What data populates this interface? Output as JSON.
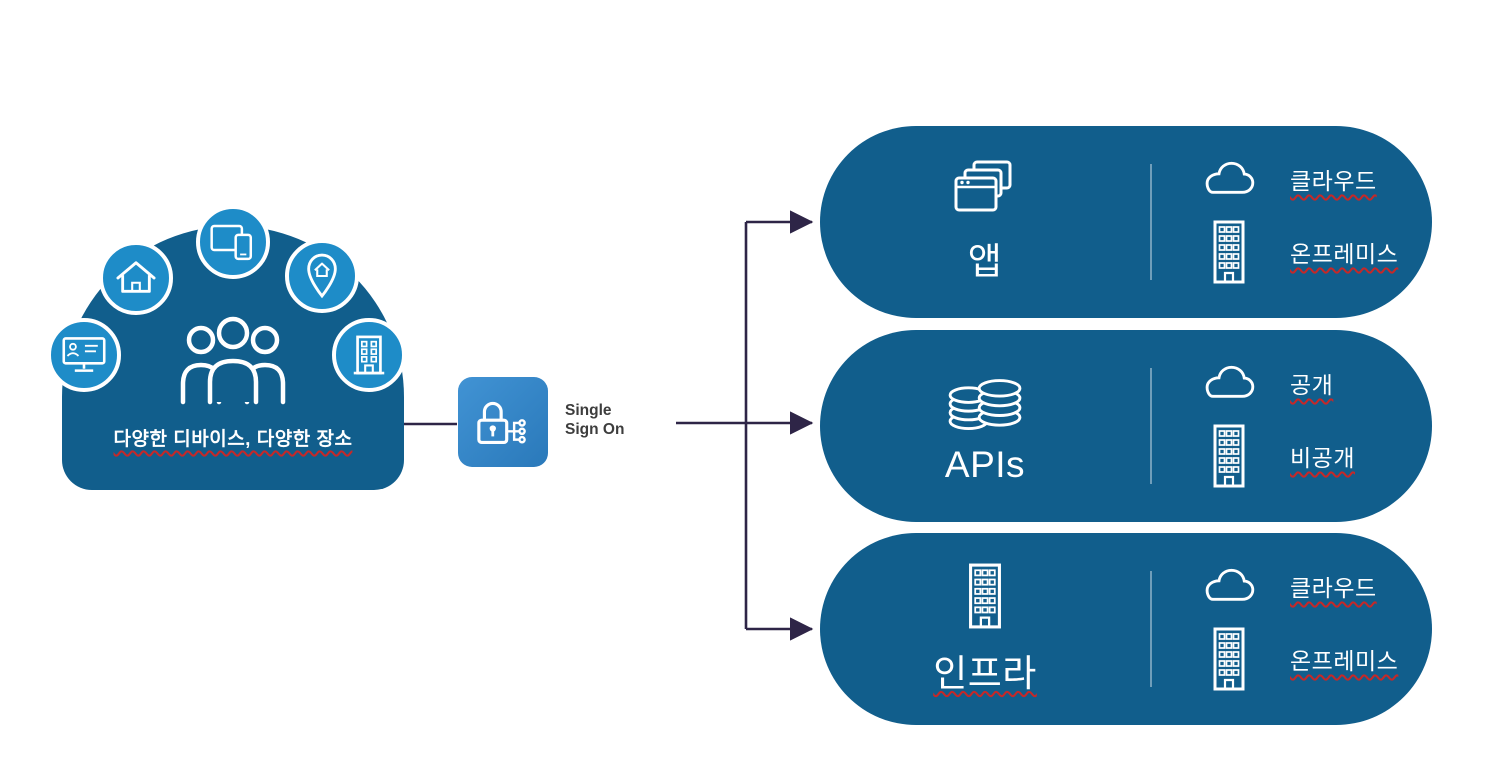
{
  "left": {
    "label": "다양한 디바이스, 다양한 장소",
    "bubble_icons": [
      "monitor-icon",
      "house-icon",
      "devices-icon",
      "location-pin-icon",
      "building-icon"
    ],
    "center_icon": "users-icon"
  },
  "sso": {
    "line1": "Single",
    "line2": "Sign On",
    "icon": "lock-network-icon"
  },
  "pills": [
    {
      "icon": "apps-icon",
      "label": "앱",
      "items": [
        {
          "icon": "cloud-icon",
          "label": "클라우드"
        },
        {
          "icon": "building-icon",
          "label": "온프레미스"
        }
      ]
    },
    {
      "icon": "database-icon",
      "label": "APIs",
      "items": [
        {
          "icon": "cloud-icon",
          "label": "공개"
        },
        {
          "icon": "building-icon",
          "label": "비공개"
        }
      ]
    },
    {
      "icon": "building-icon",
      "label": "인프라",
      "items": [
        {
          "icon": "cloud-icon",
          "label": "클라우드"
        },
        {
          "icon": "building-icon",
          "label": "온프레미스"
        }
      ]
    }
  ],
  "colors": {
    "pill_bg": "#115e8c",
    "bubble_bg": "#1e8cc8",
    "sso_box": "#2f80c3",
    "arrow": "#2e2547",
    "underline_red": "#c62828",
    "text_dark": "#3d3d3d",
    "white": "#ffffff"
  }
}
